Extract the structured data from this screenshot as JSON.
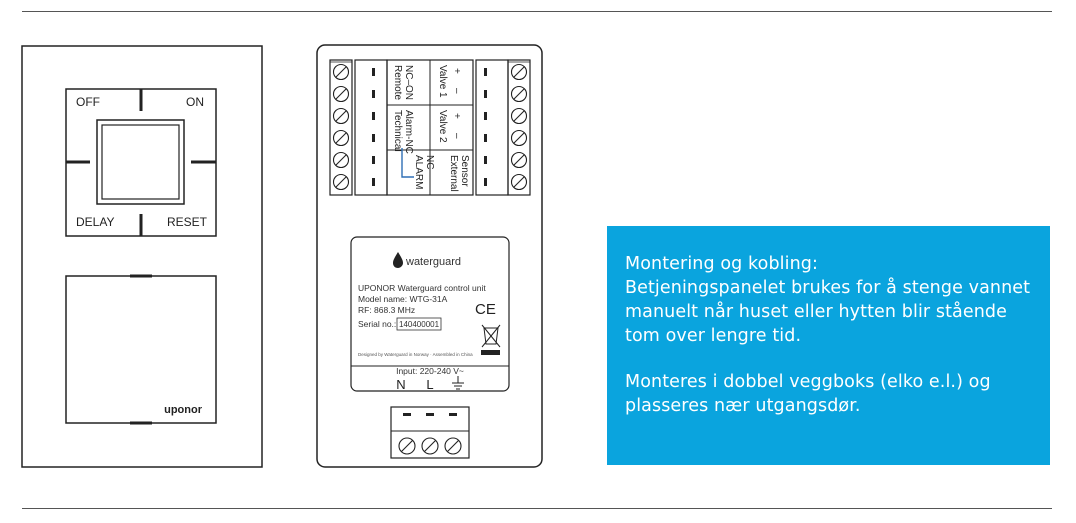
{
  "panel": {
    "switch_labels": {
      "off": "OFF",
      "on": "ON",
      "delay": "DELAY",
      "reset": "RESET"
    },
    "brand": "uponor"
  },
  "control_unit": {
    "terminal_labels": {
      "remote": "Remote",
      "nc_on": "NC–ON",
      "technical": "Technical",
      "alarm_nc": "Alarm-NC",
      "alarm": "ALARM",
      "nc": "NC",
      "valve1": "Valve 1",
      "valve2": "Valve 2",
      "external": "External",
      "sensor": "Sensor",
      "plus": "+",
      "minus": "–"
    },
    "label_plate": {
      "logo_text": "waterguard",
      "product": "UPONOR Waterguard control unit",
      "model": "Model name: WTG-31A",
      "rf": "RF: 868.3 MHz",
      "serial_label": "Serial no.:",
      "serial_value": "140400001",
      "ce_mark": "CE",
      "footer": "Designed by Waterguard in Norway · Assembled in China",
      "input": "Input: 220-240 V~",
      "n": "N",
      "l": "L"
    }
  },
  "info_box": {
    "heading": "Montering og kobling:",
    "text1": "Betjeningspanelet brukes for å stenge vannet manuelt når huset eller hytten blir stående tom over lengre tid.",
    "text2": "Monteres i dobbel veggboks (elko e.l.) og plasseres nær utgangsdør."
  },
  "colors": {
    "info_bg": "#0aa4de",
    "info_text": "#ffffff",
    "line": "#222222"
  }
}
